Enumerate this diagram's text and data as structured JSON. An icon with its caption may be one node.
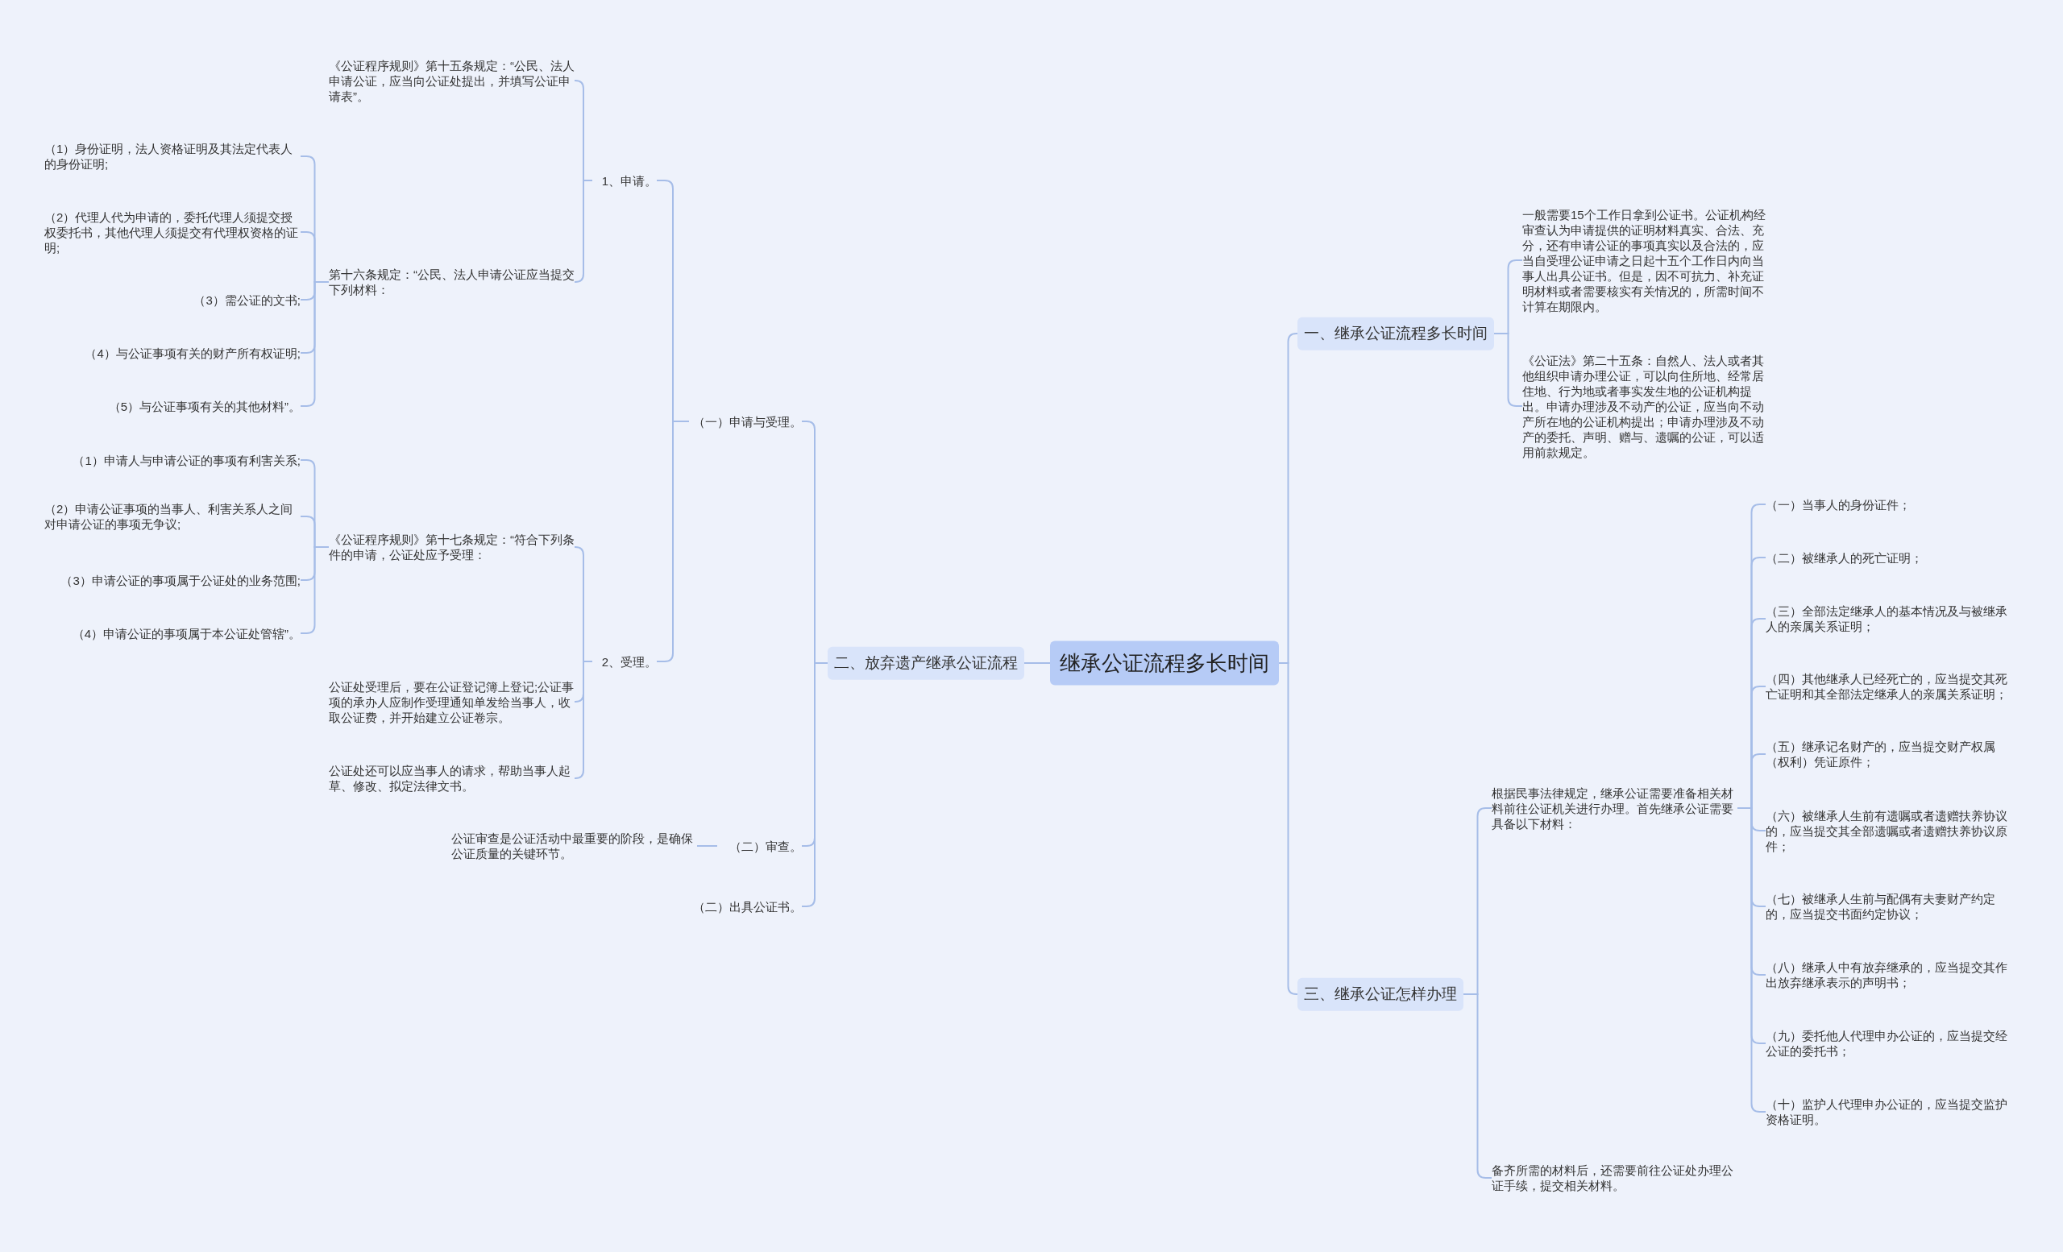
{
  "diagram": {
    "nodes": [
      {
        "text": [
          "继承公证流程多长时间"
        ]
      },
      {
        "text": [
          "二、放弃遗产继承公证流程"
        ]
      },
      {
        "text": [
          "（一）申请与受理。"
        ]
      },
      {
        "text": [
          "1、申请。"
        ]
      },
      {
        "text": [
          "《公证程序规则》第十五条规定：“公民、法人申请公证，应当向公证处提出，并填写公证申请表”。"
        ]
      },
      {
        "text": [
          "第十六条规定：“公民、法人申请公证应当提交下列材料："
        ]
      },
      {
        "text": [
          "（1）身份证明，法人资格证明及其法定代表人的身份证明;"
        ]
      },
      {
        "text": [
          "（2）代理人代为申请的，委托代理人须提交授权委托书，其他代理人须提交有代理权资格的证明;"
        ]
      },
      {
        "text": [
          "（3）需公证的文书;"
        ]
      },
      {
        "text": [
          "（4）与公证事项有关的财产所有权证明;"
        ]
      },
      {
        "text": [
          "（5）与公证事项有关的其他材料”。"
        ]
      },
      {
        "text": [
          "2、受理。"
        ]
      },
      {
        "text": [
          "《公证程序规则》第十七条规定：“符合下列条件的申请，公证处应予受理："
        ]
      },
      {
        "text": [
          "（1）申请人与申请公证的事项有利害关系;"
        ]
      },
      {
        "text": [
          "（2）申请公证事项的当事人、利害关系人之间对申请公证的事项无争议;"
        ]
      },
      {
        "text": [
          "（3）申请公证的事项属于公证处的业务范围;"
        ]
      },
      {
        "text": [
          "（4）申请公证的事项属于本公证处管辖”。"
        ]
      },
      {
        "text": [
          "公证处受理后，要在公证登记簿上登记;公证事项的承办人应制作受理通知单发给当事人，收取公证费，并开始建立公证卷宗。"
        ]
      },
      {
        "text": [
          "公证处还可以应当事人的请求，帮助当事人起草、修改、拟定法律文书。"
        ]
      },
      {
        "text": [
          "（二）审查。"
        ]
      },
      {
        "text": [
          "公证审查是公证活动中最重要的阶段，是确保公证质量的关键环节。"
        ]
      },
      {
        "text": [
          "（二）出具公证书。"
        ]
      },
      {
        "text": [
          "一、继承公证流程多长时间"
        ]
      },
      {
        "text": [
          "一般需要15个工作日拿到公证书。公证机构经审查认为申请提供的证明材料真实、合法、充分，还有申请公证的事项真实以及合法的，应当自受理公证申请之日起十五个工作日内向当事人出具公证书。但是，因不可抗力、补充证明材料或者需要核实有关情况的，所需时间不计算在期限内。"
        ]
      },
      {
        "text": [
          "《公证法》第二十五条：自然人、法人或者其他组织申请办理公证，可以向住所地、经常居住地、行为地或者事实发生地的公证机构提出。申请办理涉及不动产的公证，应当向不动产所在地的公证机构提出；申请办理涉及不动产的委托、声明、赠与、遗嘱的公证，可以适用前款规定。"
        ]
      },
      {
        "text": [
          "三、继承公证怎样办理"
        ]
      },
      {
        "text": [
          "根据民事法律规定，继承公证需要准备相关材料前往公证机关进行办理。首先继承公证需要具备以下材料："
        ]
      },
      {
        "text": [
          "（一）当事人的身份证件；"
        ]
      },
      {
        "text": [
          "（二）被继承人的死亡证明；"
        ]
      },
      {
        "text": [
          "（三）全部法定继承人的基本情况及与被继承人的亲属关系证明；"
        ]
      },
      {
        "text": [
          "（四）其他继承人已经死亡的，应当提交其死亡证明和其全部法定继承人的亲属关系证明；"
        ]
      },
      {
        "text": [
          "（五）继承记名财产的，应当提交财产权属（权利）凭证原件；"
        ]
      },
      {
        "text": [
          "（六）被继承人生前有遗嘱或者遗赠扶养协议的，应当提交其全部遗嘱或者遗赠扶养协议原件；"
        ]
      },
      {
        "text": [
          "（七）被继承人生前与配偶有夫妻财产约定的，应当提交书面约定协议；"
        ]
      },
      {
        "text": [
          "（八）继承人中有放弃继承的，应当提交其作出放弃继承表示的声明书；"
        ]
      },
      {
        "text": [
          "（九）委托他人代理申办公证的，应当提交经公证的委托书；"
        ]
      },
      {
        "text": [
          "（十）监护人代理申办公证的，应当提交监护资格证明。"
        ]
      },
      {
        "text": [
          "备齐所需的材料后，还需要前往公证处办理公证手续，提交相关材料。"
        ]
      }
    ],
    "edges": [
      {
        "from": 0,
        "to": 1,
        "arrow": "none"
      },
      {
        "from": 1,
        "to": 2,
        "arrow": "none"
      },
      {
        "from": 2,
        "to": 3,
        "arrow": "none"
      },
      {
        "from": 3,
        "to": 4,
        "arrow": "none"
      },
      {
        "from": 3,
        "to": 5,
        "arrow": "none"
      },
      {
        "from": 5,
        "to": 6,
        "arrow": "none"
      },
      {
        "from": 5,
        "to": 7,
        "arrow": "none"
      },
      {
        "from": 5,
        "to": 8,
        "arrow": "none"
      },
      {
        "from": 5,
        "to": 9,
        "arrow": "none"
      },
      {
        "from": 5,
        "to": 10,
        "arrow": "none"
      },
      {
        "from": 2,
        "to": 11,
        "arrow": "none"
      },
      {
        "from": 11,
        "to": 12,
        "arrow": "none"
      },
      {
        "from": 12,
        "to": 13,
        "arrow": "none"
      },
      {
        "from": 12,
        "to": 14,
        "arrow": "none"
      },
      {
        "from": 12,
        "to": 15,
        "arrow": "none"
      },
      {
        "from": 12,
        "to": 16,
        "arrow": "none"
      },
      {
        "from": 11,
        "to": 17,
        "arrow": "none"
      },
      {
        "from": 11,
        "to": 18,
        "arrow": "none"
      },
      {
        "from": 1,
        "to": 19,
        "arrow": "none"
      },
      {
        "from": 19,
        "to": 20,
        "arrow": "none"
      },
      {
        "from": 1,
        "to": 21,
        "arrow": "none"
      },
      {
        "from": 0,
        "to": 22,
        "arrow": "none"
      },
      {
        "from": 22,
        "to": 23,
        "arrow": "none"
      },
      {
        "from": 22,
        "to": 24,
        "arrow": "none"
      },
      {
        "from": 0,
        "to": 25,
        "arrow": "none"
      },
      {
        "from": 25,
        "to": 26,
        "arrow": "none"
      },
      {
        "from": 26,
        "to": 27,
        "arrow": "none"
      },
      {
        "from": 26,
        "to": 28,
        "arrow": "none"
      },
      {
        "from": 26,
        "to": 29,
        "arrow": "none"
      },
      {
        "from": 26,
        "to": 30,
        "arrow": "none"
      },
      {
        "from": 26,
        "to": 31,
        "arrow": "none"
      },
      {
        "from": 26,
        "to": 32,
        "arrow": "none"
      },
      {
        "from": 26,
        "to": 33,
        "arrow": "none"
      },
      {
        "from": 26,
        "to": 34,
        "arrow": "none"
      },
      {
        "from": 26,
        "to": 35,
        "arrow": "none"
      },
      {
        "from": 26,
        "to": 36,
        "arrow": "none"
      },
      {
        "from": 25,
        "to": 37,
        "arrow": "none"
      }
    ]
  }
}
